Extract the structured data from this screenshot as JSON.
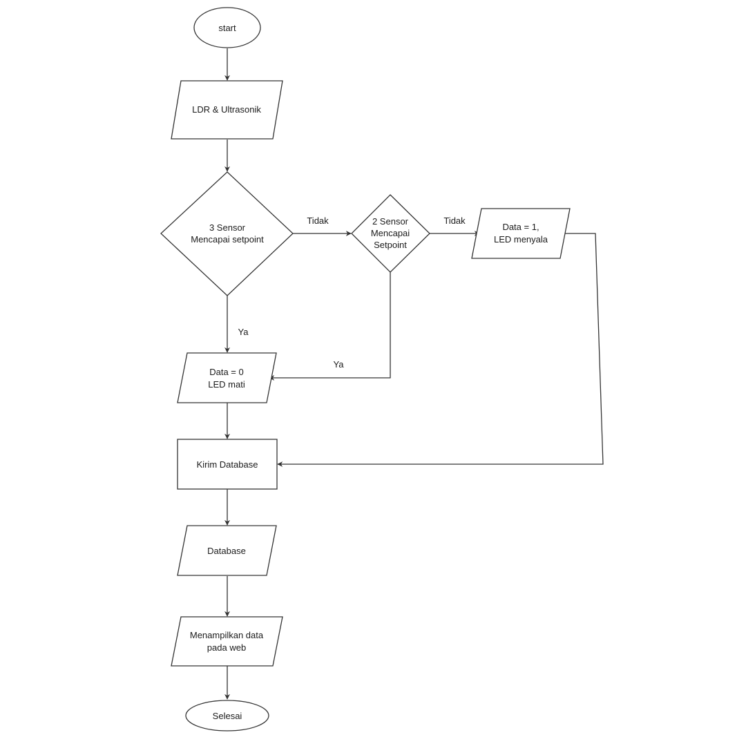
{
  "nodes": {
    "start": {
      "lines": [
        "start"
      ]
    },
    "input": {
      "lines": [
        "LDR & Ultrasonik"
      ]
    },
    "decision1": {
      "lines": [
        "3 Sensor",
        "Mencapai setpoint"
      ]
    },
    "decision2": {
      "lines": [
        "2 Sensor",
        "Mencapai",
        "Setpoint"
      ]
    },
    "data1": {
      "lines": [
        "Data = 1,",
        "LED menyala"
      ]
    },
    "data0": {
      "lines": [
        "Data = 0",
        "LED mati"
      ]
    },
    "send": {
      "lines": [
        "Kirim Database"
      ]
    },
    "database": {
      "lines": [
        "Database"
      ]
    },
    "display": {
      "lines": [
        "Menampilkan data",
        "pada web"
      ]
    },
    "end": {
      "lines": [
        "Selesai"
      ]
    }
  },
  "edges": {
    "d1_no": "Tidak",
    "d2_no": "Tidak",
    "d1_yes": "Ya",
    "d2_yes": "Ya"
  },
  "colors": {
    "stroke": "#333333",
    "background": "#ffffff",
    "text": "#1a1a1a"
  }
}
